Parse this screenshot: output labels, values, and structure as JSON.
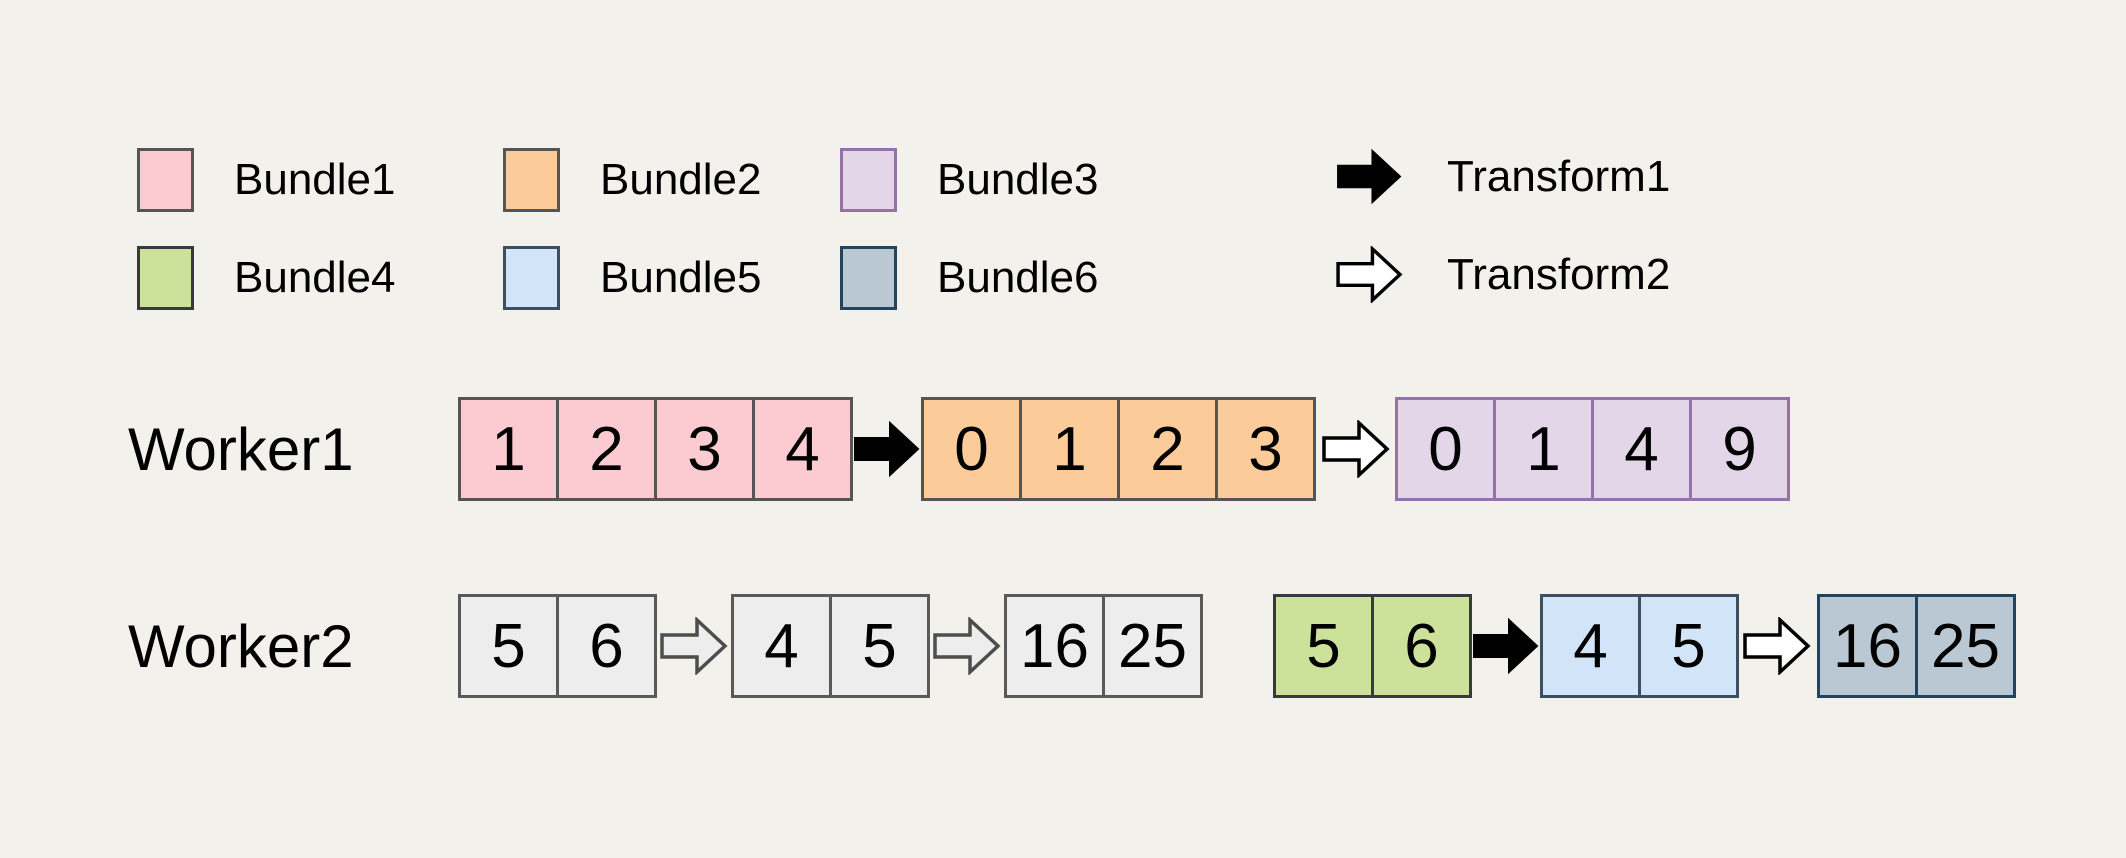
{
  "title": "Worker bundle transform diagram",
  "colors": {
    "background": "#F3F1EC",
    "text": "#000000",
    "cross": "#EF3B3C",
    "arrow_solid_fill": "#000000",
    "arrow_solid_stroke": "#000000",
    "arrow_outline_fill": "#FFFFFF",
    "arrow_outline_stroke": "#000000",
    "arrow_outline_gray_fill": "#EDEDED",
    "arrow_outline_gray_stroke": "#4D4D4D"
  },
  "palette": {
    "pink": {
      "fill": "#FCCBD1",
      "stroke": "#555555"
    },
    "orange": {
      "fill": "#FBCB99",
      "stroke": "#555555"
    },
    "purple": {
      "fill": "#E3D6E9",
      "stroke": "#9673A6"
    },
    "green": {
      "fill": "#CCE29B",
      "stroke": "#36393D"
    },
    "blue": {
      "fill": "#D2E4F7",
      "stroke": "#3D4E60"
    },
    "bluegray": {
      "fill": "#B9C8D2",
      "stroke": "#23445D"
    },
    "gray": {
      "fill": "#EDEDED",
      "stroke": "#595959"
    }
  },
  "legend": {
    "bundles": [
      {
        "label": "Bundle1",
        "variant": "pink"
      },
      {
        "label": "Bundle2",
        "variant": "orange"
      },
      {
        "label": "Bundle3",
        "variant": "purple"
      },
      {
        "label": "Bundle4",
        "variant": "green"
      },
      {
        "label": "Bundle5",
        "variant": "blue"
      },
      {
        "label": "Bundle6",
        "variant": "bluegray"
      }
    ],
    "transforms": [
      {
        "label": "Transform1",
        "style": "solid"
      },
      {
        "label": "Transform2",
        "style": "outline"
      }
    ]
  },
  "workers": [
    {
      "label": "Worker1",
      "items": [
        {
          "type": "bundle",
          "variant": "pink",
          "cells": [
            "1",
            "2",
            "3",
            "4"
          ]
        },
        {
          "type": "arrow",
          "style": "solid"
        },
        {
          "type": "bundle",
          "variant": "orange",
          "cells": [
            "0",
            "1",
            "2",
            "3"
          ]
        },
        {
          "type": "arrow",
          "style": "outline",
          "gap": 6
        },
        {
          "type": "bundle",
          "variant": "purple",
          "cells": [
            "0",
            "1",
            "4",
            "9"
          ],
          "gap": 5
        }
      ]
    },
    {
      "label": "Worker2",
      "items": [
        {
          "type": "bundle",
          "variant": "gray",
          "cells": [
            "5",
            "6"
          ]
        },
        {
          "type": "arrow",
          "style": "outline-gray",
          "gap": 3
        },
        {
          "type": "bundle",
          "variant": "gray",
          "cells": [
            "4",
            "5"
          ],
          "gap": 3
        },
        {
          "type": "arrow",
          "style": "outline-gray",
          "gap": 3
        },
        {
          "type": "bundle",
          "variant": "gray",
          "cells": [
            "16",
            "25"
          ],
          "gap": 3,
          "crossed_cell": 0
        },
        {
          "type": "bundle",
          "variant": "green",
          "cells": [
            "5",
            "6"
          ],
          "gap": 70
        },
        {
          "type": "arrow",
          "style": "solid"
        },
        {
          "type": "bundle",
          "variant": "blue",
          "cells": [
            "4",
            "5"
          ]
        },
        {
          "type": "arrow",
          "style": "outline",
          "gap": 4
        },
        {
          "type": "bundle",
          "variant": "bluegray",
          "cells": [
            "16",
            "25"
          ],
          "gap": 6
        }
      ]
    }
  ]
}
